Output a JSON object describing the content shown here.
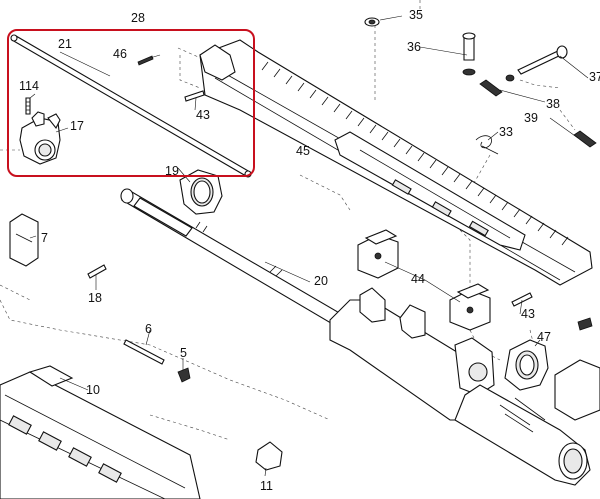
{
  "diagram": {
    "callouts": [
      "28",
      "35",
      "36",
      "21",
      "46",
      "114",
      "17",
      "43",
      "45",
      "19",
      "37",
      "38",
      "39",
      "33",
      "7",
      "20",
      "44",
      "18",
      "43",
      "6",
      "5",
      "47",
      "10",
      "11"
    ],
    "highlight_color": "#c8101e"
  }
}
